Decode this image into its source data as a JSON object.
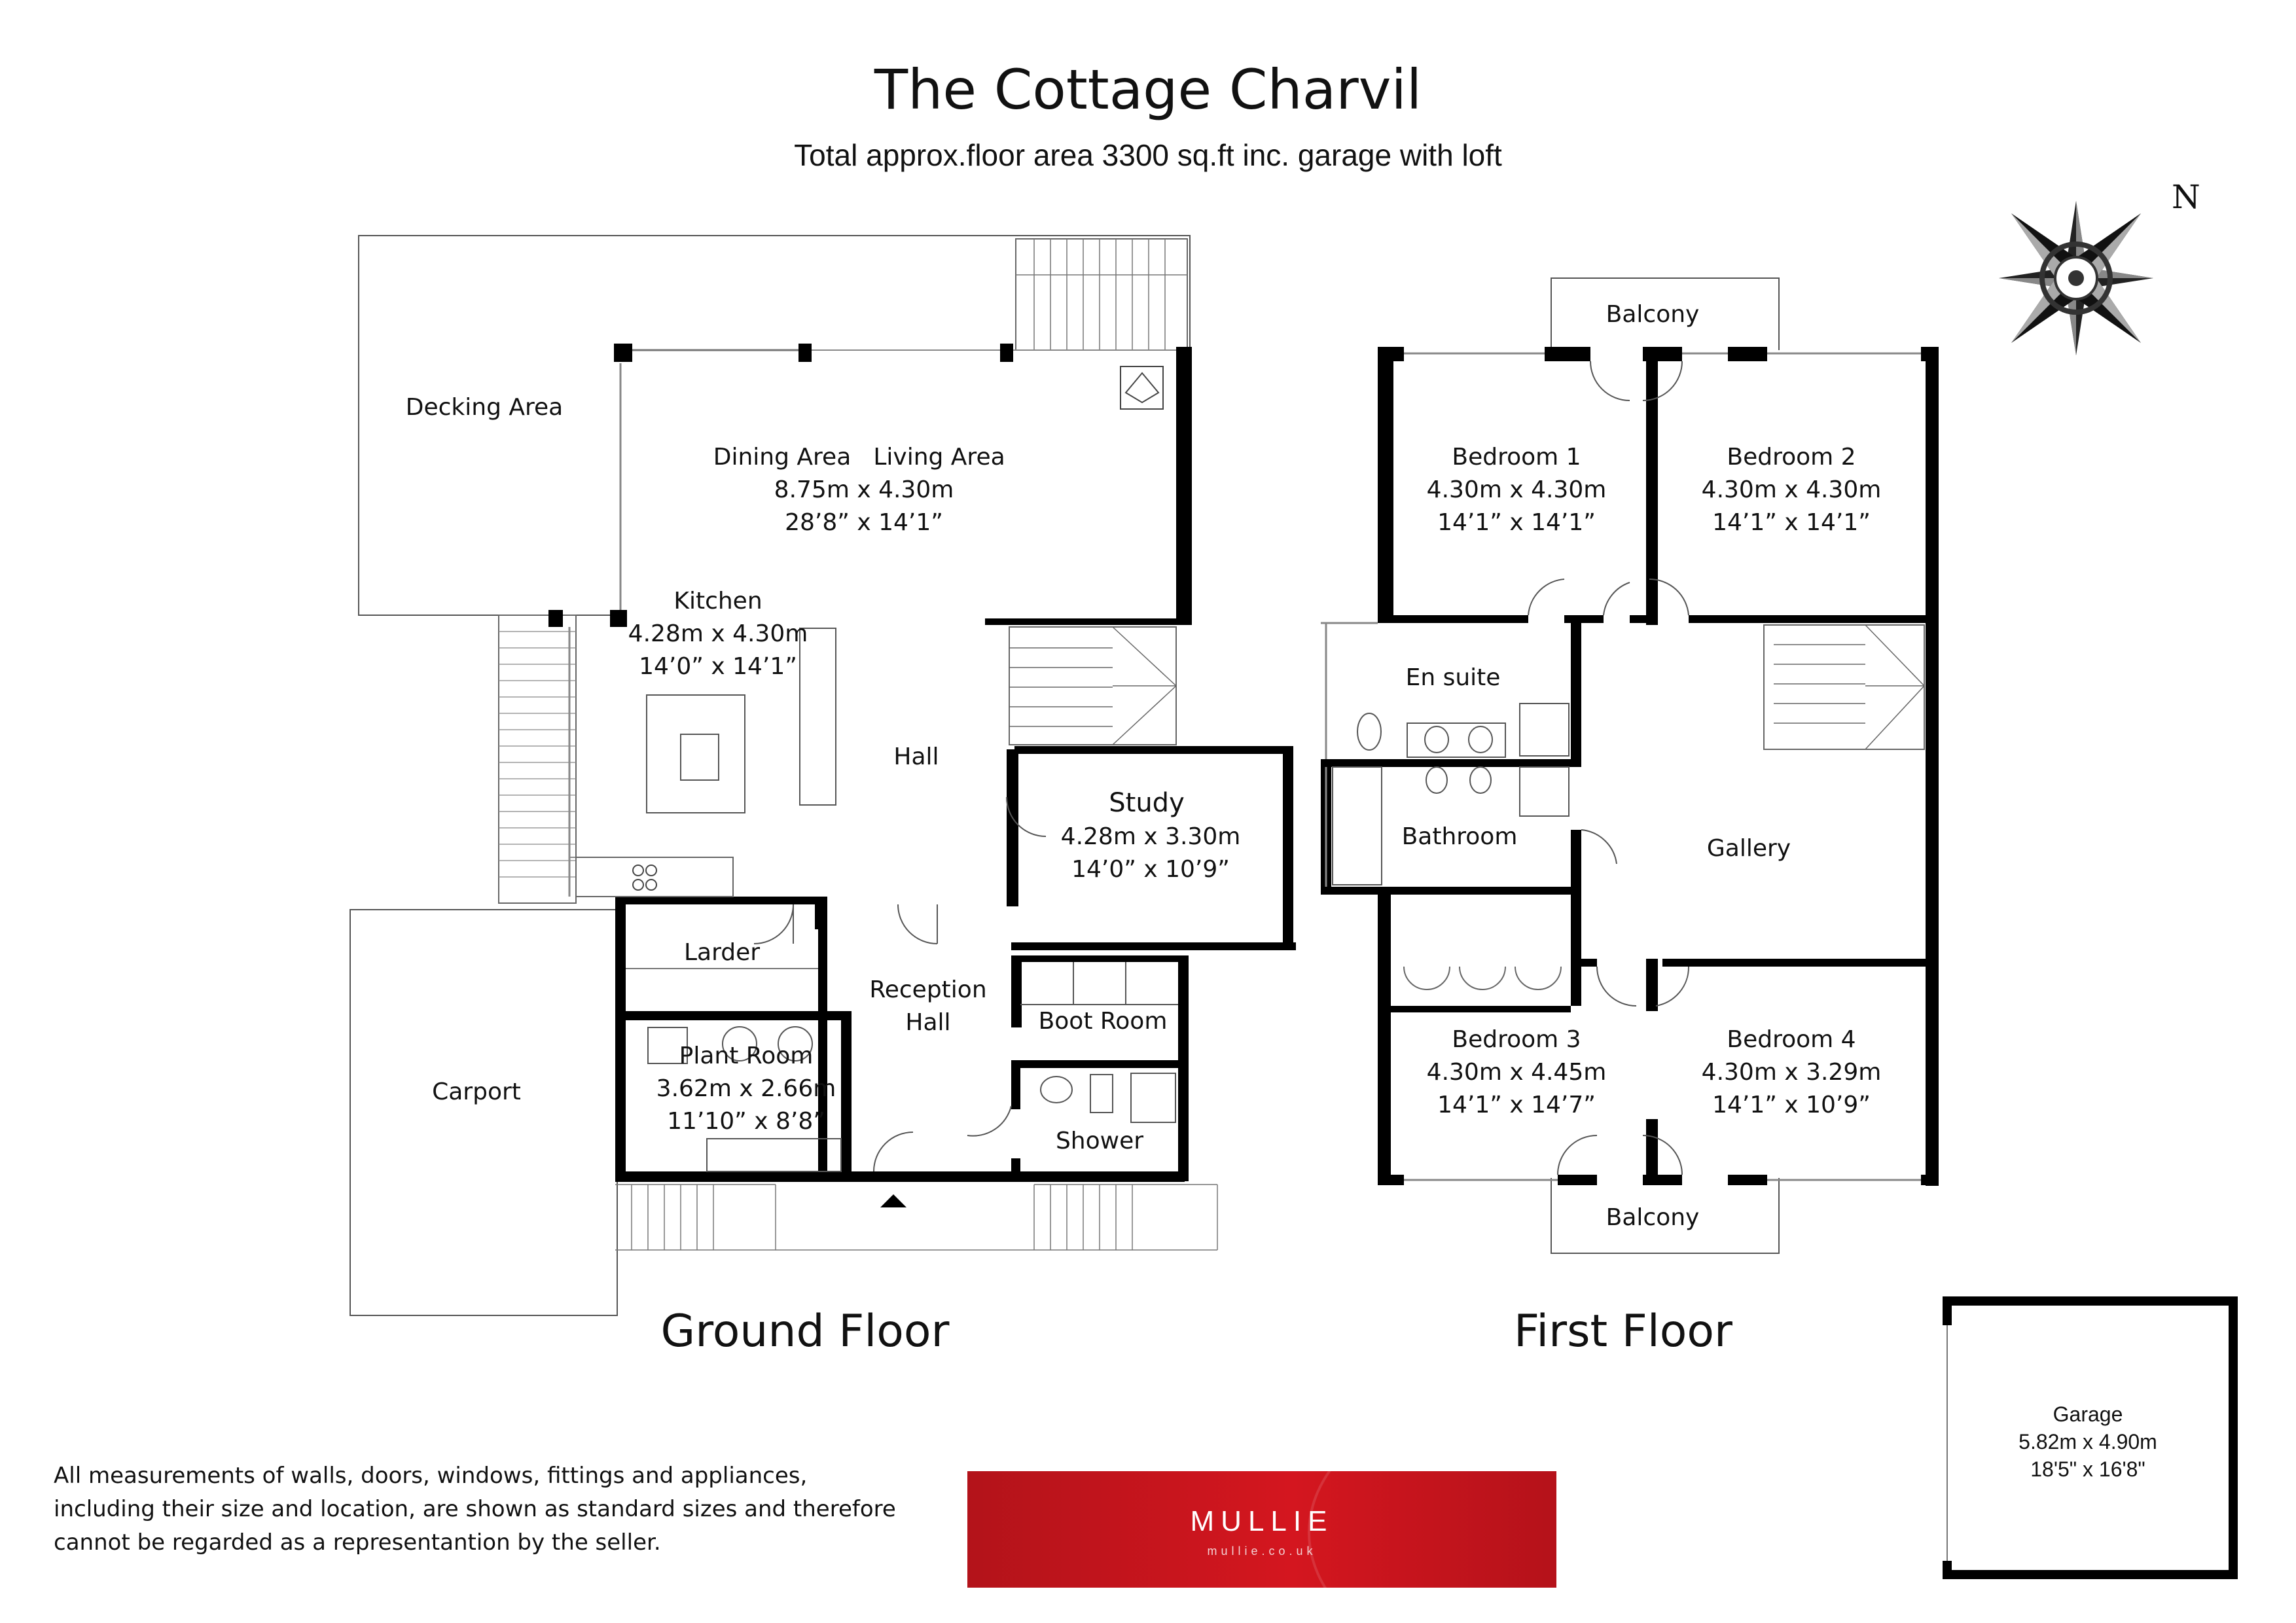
{
  "header": {
    "title": "The Cottage Charvil",
    "subtitle": "Total approx.floor area 3300 sq.ft inc. garage with loft"
  },
  "compass": {
    "label": "N"
  },
  "ground_floor": {
    "label": "Ground Floor",
    "rooms": {
      "decking": {
        "name": "Decking Area"
      },
      "dining_living": {
        "name_dining": "Dining Area",
        "name_living": "Living Area",
        "metric": "8.75m x 4.30m",
        "imperial": "28’8” x 14’1”"
      },
      "kitchen": {
        "name": "Kitchen",
        "metric": "4.28m x 4.30m",
        "imperial": "14’0” x 14’1”"
      },
      "hall": {
        "name": "Hall"
      },
      "study": {
        "name": "Study",
        "metric": "4.28m x 3.30m",
        "imperial": "14’0” x 10’9”"
      },
      "larder": {
        "name": "Larder"
      },
      "reception_hall": {
        "line1": "Reception",
        "line2": "Hall"
      },
      "boot_room": {
        "name": "Boot Room"
      },
      "plant_room": {
        "name": "Plant Room",
        "metric": "3.62m x 2.66m",
        "imperial": "11’10” x 8’8”"
      },
      "shower": {
        "name": "Shower"
      },
      "carport": {
        "name": "Carport"
      }
    }
  },
  "first_floor": {
    "label": "First Floor",
    "rooms": {
      "balcony_top": {
        "name": "Balcony"
      },
      "bedroom1": {
        "name": "Bedroom 1",
        "metric": "4.30m x 4.30m",
        "imperial": "14’1” x 14’1”"
      },
      "bedroom2": {
        "name": "Bedroom 2",
        "metric": "4.30m x 4.30m",
        "imperial": "14’1” x 14’1”"
      },
      "en_suite": {
        "name": "En suite"
      },
      "bathroom": {
        "name": "Bathroom"
      },
      "gallery": {
        "name": "Gallery"
      },
      "bedroom3": {
        "name": "Bedroom 3",
        "metric": "4.30m x 4.45m",
        "imperial": "14’1” x 14’7”"
      },
      "bedroom4": {
        "name": "Bedroom 4",
        "metric": "4.30m x 3.29m",
        "imperial": "14’1” x 10’9”"
      },
      "balcony_bottom": {
        "name": "Balcony"
      }
    }
  },
  "garage": {
    "name": "Garage",
    "metric": "5.82m x 4.90m",
    "imperial": "18'5\" x 16'8\""
  },
  "disclaimer": {
    "line1": "All measurements of walls, doors, windows, fittings and appliances,",
    "line2": "including their size and location, are shown as standard sizes and therefore",
    "line3": "cannot be regarded as a representantion by the seller."
  },
  "logo": {
    "name": "MULLIE",
    "url": "mullie.co.uk",
    "color": "#c8141c"
  }
}
